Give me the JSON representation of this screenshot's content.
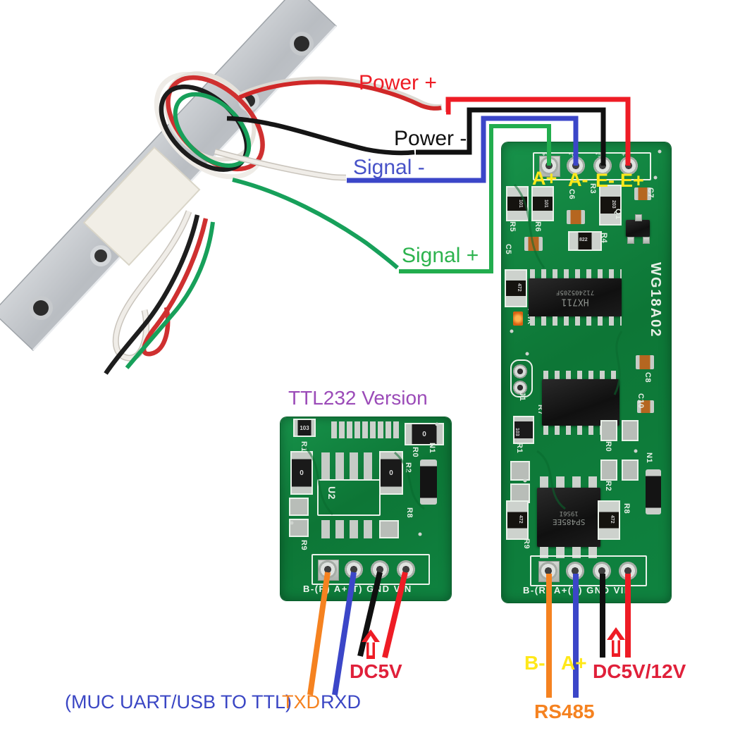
{
  "labels": {
    "power_plus": "Power +",
    "power_minus": "Power -",
    "signal_minus": "Signal -",
    "signal_plus": "Signal +",
    "ttl_title": "TTL232 Version",
    "muc": "(MUC UART/USB TO TTL)",
    "txd": "TXD",
    "rxd": "RXD",
    "dc5v": "DC5V",
    "b_minus": "B-",
    "a_plus": "A+",
    "dc5v12v": "DC5V/12V",
    "rs485": "RS485"
  },
  "colors": {
    "wire_red": "#ee1c25",
    "wire_black": "#101010",
    "wire_blue": "#3b46c8",
    "wire_green": "#22ad4e",
    "wire_orange": "#f58220",
    "label_yellow": "#ffe81a",
    "label_purple": "#9b4bb8",
    "label_crimson": "#e0203a",
    "pcb_green": "#0e7d39"
  },
  "main_board": {
    "model": "WG18A02",
    "top_pins": [
      "A+",
      "A-",
      "E-",
      "E+"
    ],
    "bottom_pin_row": "B-(R) A+(T) GND VIN",
    "chips": {
      "adc": "HX711",
      "adc_code": "712405205F",
      "transceiver": "SP485EE",
      "transceiver_code": "19S6I"
    },
    "refs": {
      "r5": "R5",
      "r6": "R6",
      "c5": "C5",
      "c6": "C6",
      "r3": "R3",
      "r4": "R4",
      "q1": "Q1",
      "c7": "C7",
      "pwr": "PWR",
      "j1": "J1",
      "r7": "R7",
      "r1": "R1",
      "c8": "C8",
      "c10": "C10",
      "r0": "R0",
      "r2": "R2",
      "n1": "N1",
      "r8": "R8",
      "r9": "R9"
    },
    "values": {
      "v101": "101",
      "v822": "822",
      "v472": "472",
      "v103": "103",
      "v203": "203"
    }
  },
  "ttl_board": {
    "bottom_pin_row": "B-(R) A+(T) GND VIN",
    "refs": {
      "r1": "R1",
      "r0": "R0",
      "r2": "R2",
      "r8": "R8",
      "r9": "R9",
      "n1": "N1",
      "u2": "U2"
    },
    "values": {
      "zero": "0",
      "v103": "103"
    }
  }
}
